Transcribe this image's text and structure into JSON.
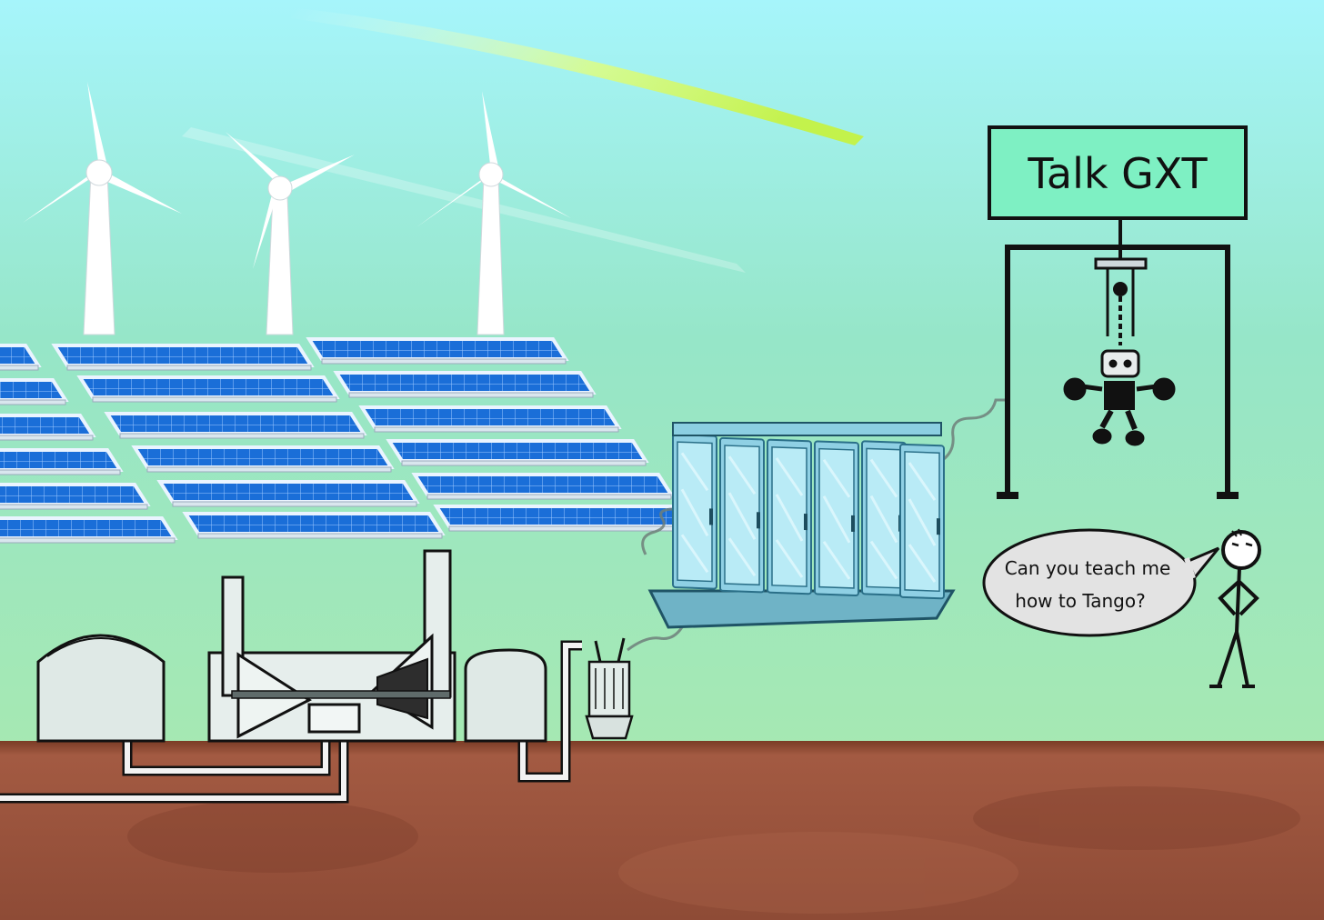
{
  "sign": {
    "text": "Talk GXT"
  },
  "speech": {
    "line1": "Can you teach me",
    "line2": "how to Tango?"
  },
  "colors": {
    "sky_top": "#a6f5fb",
    "sky_bottom": "#8fe3b5",
    "ground": "#9e543e",
    "sign_fill": "#7ef0c3",
    "panel_blue": "#1a6ed8",
    "server_glass": "#9fdbec",
    "plant_gray": "#dfe9e6"
  },
  "icons": [
    "wind-turbine-icon",
    "solar-panel-icon",
    "power-plant-icon",
    "transformer-icon",
    "server-rack-icon",
    "robot-icon",
    "stick-figure-icon"
  ]
}
